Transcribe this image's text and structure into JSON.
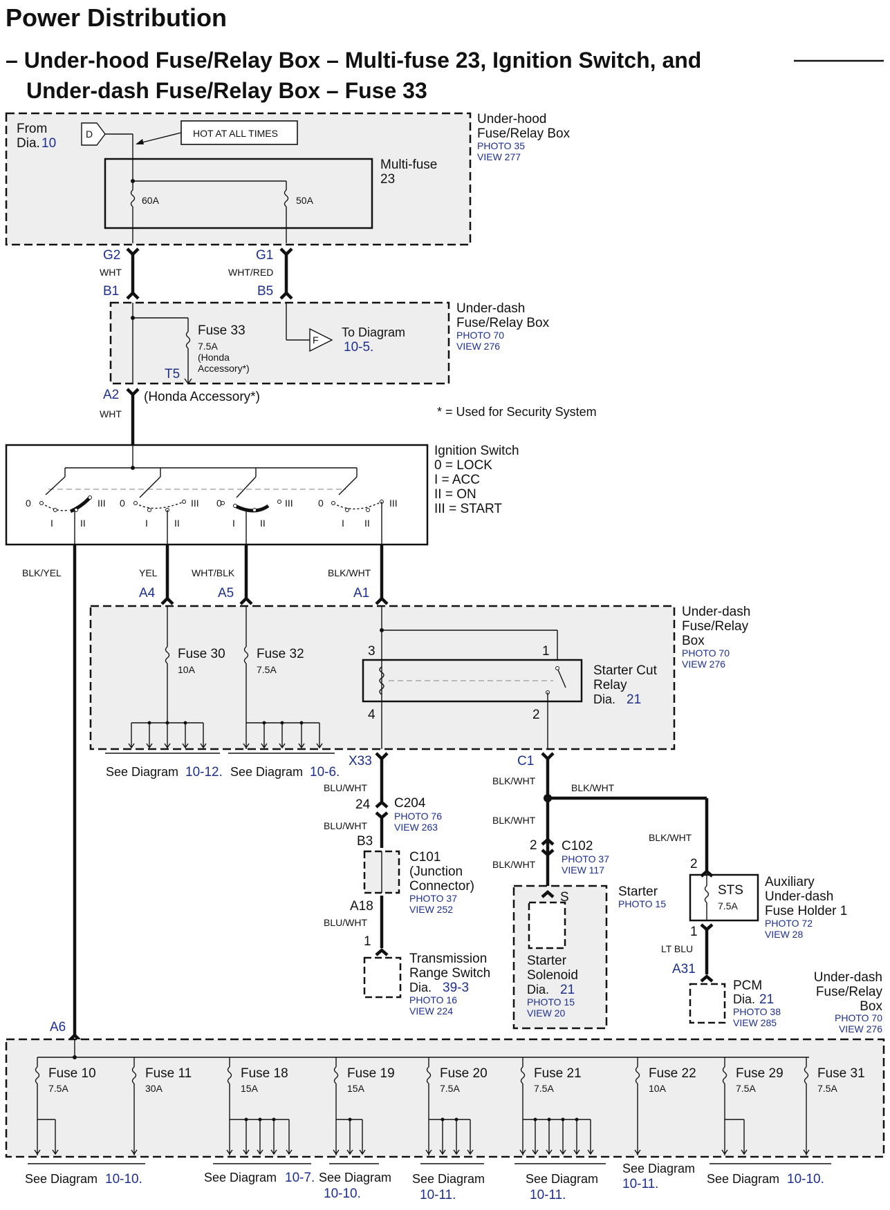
{
  "title": "Power Distribution",
  "subtitle_line1": "– Under-hood Fuse/Relay Box – Multi-fuse 23, Ignition Switch, and",
  "subtitle_line2": "Under-dash Fuse/Relay Box – Fuse 33",
  "underhood_box": {
    "line1": "Under-hood",
    "line2": "Fuse/Relay Box",
    "photo": "PHOTO 35",
    "view": "VIEW 277"
  },
  "from_label": "From",
  "from_dia": "Dia.",
  "from_dia_num": "10",
  "connector_d": "D",
  "hot_label": "HOT AT ALL TIMES",
  "multifuse": {
    "line1": "Multi-fuse",
    "line2": "23",
    "fuse_a": "60A",
    "fuse_b": "50A"
  },
  "conn": {
    "g2": "G2",
    "g1": "G1",
    "b1": "B1",
    "b5": "B5",
    "t5": "T5",
    "a2": "A2",
    "a4": "A4",
    "a5": "A5",
    "a1": "A1",
    "x33": "X33",
    "c1": "C1",
    "a6": "A6",
    "a18": "A18",
    "b3": "B3",
    "a31": "A31"
  },
  "wires": {
    "wht": "WHT",
    "wht_red": "WHT/RED",
    "blk_yel": "BLK/YEL",
    "yel": "YEL",
    "wht_blk": "WHT/BLK",
    "blk_wht": "BLK/WHT",
    "blu_wht": "BLU/WHT",
    "lt_blu": "LT BLU"
  },
  "underdash_box1": {
    "line1": "Under-dash",
    "line2": "Fuse/Relay Box",
    "photo": "PHOTO 70",
    "view": "VIEW 276"
  },
  "fuse33": {
    "name": "Fuse 33",
    "rating": "7.5A",
    "note1": "(Honda",
    "note2": "Accessory*)"
  },
  "to_diagram": {
    "conn": "F",
    "label": "To Diagram",
    "num": "10-5."
  },
  "honda_accessory": "(Honda Accessory*)",
  "footnote": "* = Used for Security System",
  "ignition": {
    "title": "Ignition Switch",
    "l0": "0  = LOCK",
    "l1": "I   = ACC",
    "l2": "II  = ON",
    "l3": "III = START",
    "pos0": "0",
    "pos1": "I",
    "pos2": "II",
    "pos3": "III"
  },
  "underdash_box2": {
    "line1": "Under-dash",
    "line2": "Fuse/Relay",
    "line3": "Box",
    "photo": "PHOTO 70",
    "view": "VIEW 276"
  },
  "fuse30": {
    "name": "Fuse 30",
    "rating": "10A"
  },
  "fuse32": {
    "name": "Fuse 32",
    "rating": "7.5A"
  },
  "relay": {
    "line1": "Starter Cut",
    "line2": "Relay",
    "dia": "Dia.",
    "dia_num": "21",
    "p1": "1",
    "p2": "2",
    "p3": "3",
    "p4": "4"
  },
  "see_1012": {
    "text": "See Diagram",
    "num": "10-12."
  },
  "see_106": {
    "text": "See Diagram",
    "num": "10-6."
  },
  "c204": {
    "name": "C204",
    "photo": "PHOTO 76",
    "view": "VIEW 263",
    "pin": "24"
  },
  "c101": {
    "name": "C101",
    "line2": "(Junction",
    "line3": "Connector)",
    "photo": "PHOTO 37",
    "view": "VIEW 252"
  },
  "trs": {
    "line1": "Transmission",
    "line2": "Range Switch",
    "dia": "Dia.",
    "dia_num": "39-3",
    "photo": "PHOTO 16",
    "view": "VIEW 224",
    "pin": "1"
  },
  "c102": {
    "name": "C102",
    "photo": "PHOTO 37",
    "view": "VIEW 117",
    "pin": "2"
  },
  "starter": {
    "name": "Starter",
    "photo": "PHOTO 15",
    "pin": "S",
    "sol1": "Starter",
    "sol2": "Solenoid",
    "dia": "Dia.",
    "dia_num": "21",
    "photo2": "PHOTO 15",
    "view2": "VIEW 20"
  },
  "sts": {
    "name": "STS",
    "rating": "7.5A",
    "pin_top": "2",
    "pin_bot": "1"
  },
  "aux": {
    "line1": "Auxiliary",
    "line2": "Under-dash",
    "line3": "Fuse Holder 1",
    "photo": "PHOTO 72",
    "view": "VIEW 28"
  },
  "pcm": {
    "name": "PCM",
    "dia": "Dia.",
    "dia_num": "21",
    "photo": "PHOTO 38",
    "view": "VIEW 285"
  },
  "underdash_box3": {
    "line1": "Under-dash",
    "line2": "Fuse/Relay",
    "line3": "Box",
    "photo": "PHOTO 70",
    "view": "VIEW 276"
  },
  "bottom_fuses": [
    {
      "name": "Fuse 10",
      "rating": "7.5A"
    },
    {
      "name": "Fuse 11",
      "rating": "30A"
    },
    {
      "name": "Fuse 18",
      "rating": "15A"
    },
    {
      "name": "Fuse 19",
      "rating": "15A"
    },
    {
      "name": "Fuse 20",
      "rating": "7.5A"
    },
    {
      "name": "Fuse 21",
      "rating": "7.5A"
    },
    {
      "name": "Fuse 22",
      "rating": "10A"
    },
    {
      "name": "Fuse 29",
      "rating": "7.5A"
    },
    {
      "name": "Fuse 31",
      "rating": "7.5A"
    }
  ],
  "bottom_refs": [
    {
      "text": "See Diagram",
      "num": "10-10."
    },
    {
      "text": "See Diagram",
      "num": "10-7."
    },
    {
      "text": "See Diagram",
      "num": "10-10."
    },
    {
      "text": "See Diagram",
      "num": "10-11."
    },
    {
      "text": "See Diagram",
      "num": "10-11."
    },
    {
      "text": "See Diagram",
      "num": "10-11."
    },
    {
      "text": "See Diagram",
      "num": "10-10."
    }
  ]
}
